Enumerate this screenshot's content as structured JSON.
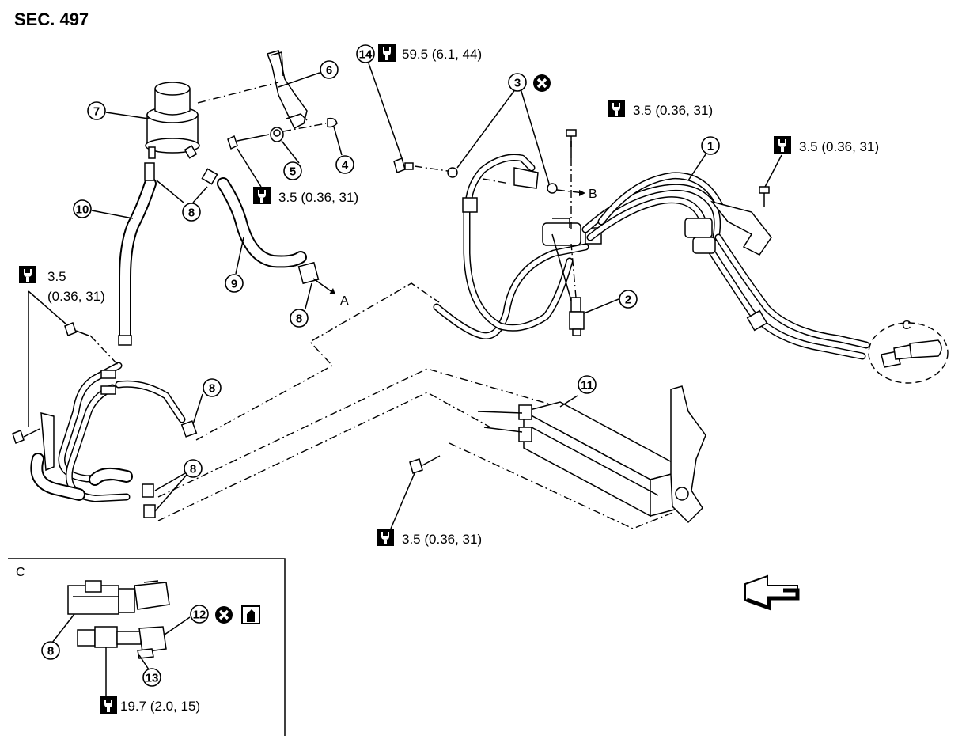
{
  "section": "SEC. 497",
  "torques": {
    "t14": "59.5 (6.1, 44)",
    "t3a": "3.5 (0.36, 31)",
    "t3b": "3.5 (0.36, 31)",
    "t5": "3.5 (0.36, 31)",
    "tl1": "3.5",
    "tl2": "(0.36, 31)",
    "tbot": "3.5 (0.36, 31)",
    "tdet": "19.7 (2.0, 15)"
  },
  "callouts": [
    "1",
    "2",
    "3",
    "4",
    "5",
    "6",
    "7",
    "8",
    "9",
    "10",
    "11",
    "12",
    "13",
    "14"
  ],
  "letters": {
    "a": "A",
    "b": "B",
    "c": "C",
    "detail": "C"
  }
}
